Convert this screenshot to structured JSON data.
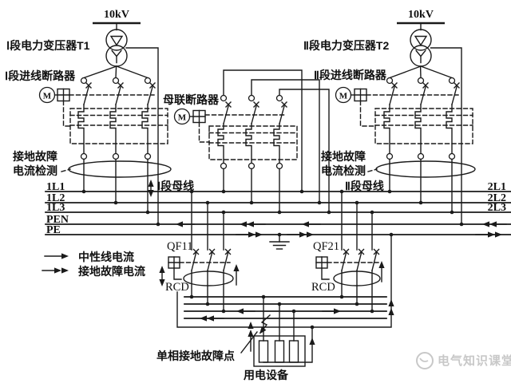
{
  "diagram": {
    "colors": {
      "line": "#1a1a1a",
      "background": "#ffffff",
      "watermark": "#c8c8c8"
    },
    "source": {
      "hv_left": "10kV",
      "hv_right": "10kV",
      "t1": "Ⅰ段电力变压器T1",
      "t2": "Ⅱ段电力变压器T2",
      "motor": "M"
    },
    "breakers": {
      "incoming1": "Ⅰ段进线断路器",
      "incoming2": "Ⅱ段进线断路器",
      "tie": "母联断路器",
      "qf11": "QF11",
      "qf21": "QF21",
      "rcd_left": "RCD",
      "rcd_right": "RCD"
    },
    "detection": {
      "left": [
        "接地故障",
        "电流检测"
      ],
      "right": [
        "接地故障",
        "电流检测"
      ]
    },
    "buses": {
      "section1": "Ⅰ段母线",
      "section2": "Ⅱ段母线",
      "left": [
        "1L1",
        "1L2",
        "1L3",
        "PEN",
        "PE"
      ],
      "right": [
        "2L1",
        "2L2",
        "2L3"
      ]
    },
    "legend": {
      "neutral": "中性线电流",
      "fault": "接地故障电流"
    },
    "bottom": {
      "fault_point": "单相接地故障点",
      "load": "用电设备"
    },
    "watermark": "电气知识课堂"
  }
}
